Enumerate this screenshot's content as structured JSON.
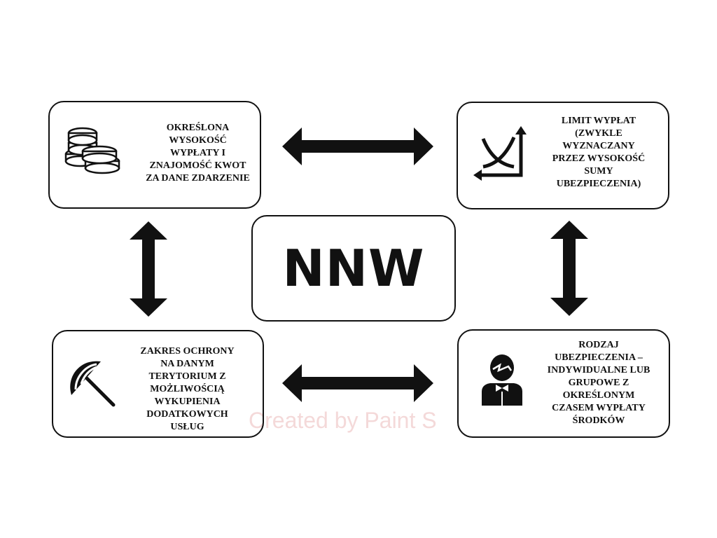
{
  "center": {
    "label": "NNW"
  },
  "boxes": {
    "top_left": {
      "icon": "coins-icon",
      "lines": [
        "OKREŚLONA",
        "WYSOKOŚĆ",
        "WYPŁATY I",
        "ZNAJOMOŚĆ KWOT",
        "ZA DANE ZDARZENIE"
      ]
    },
    "top_right": {
      "icon": "chart-curves-icon",
      "lines": [
        "LIMIT WYPŁAT",
        "(ZWYKLE",
        "WYZNACZANY",
        "PRZEZ WYSOKOŚĆ",
        "SUMY",
        "UBEZPIECZENIA)"
      ]
    },
    "bottom_left": {
      "icon": "umbrella-icon",
      "lines": [
        "ZAKRES OCHRONY",
        "NA DANYM",
        "TERYTORIUM Z",
        "MOŻLIWOŚCIĄ",
        "WYKUPIENIA",
        "DODATKOWYCH",
        "USŁUG"
      ]
    },
    "bottom_right": {
      "icon": "person-icon",
      "lines": [
        "RODZAJ",
        "UBEZPIECZENIA –",
        "INDYWIDUALNE LUB",
        "GRUPOWE Z",
        "OKREŚLONYM",
        "CZASEM WYPŁATY",
        "ŚRODKÓW"
      ]
    }
  },
  "watermark": "Created by Paint S"
}
